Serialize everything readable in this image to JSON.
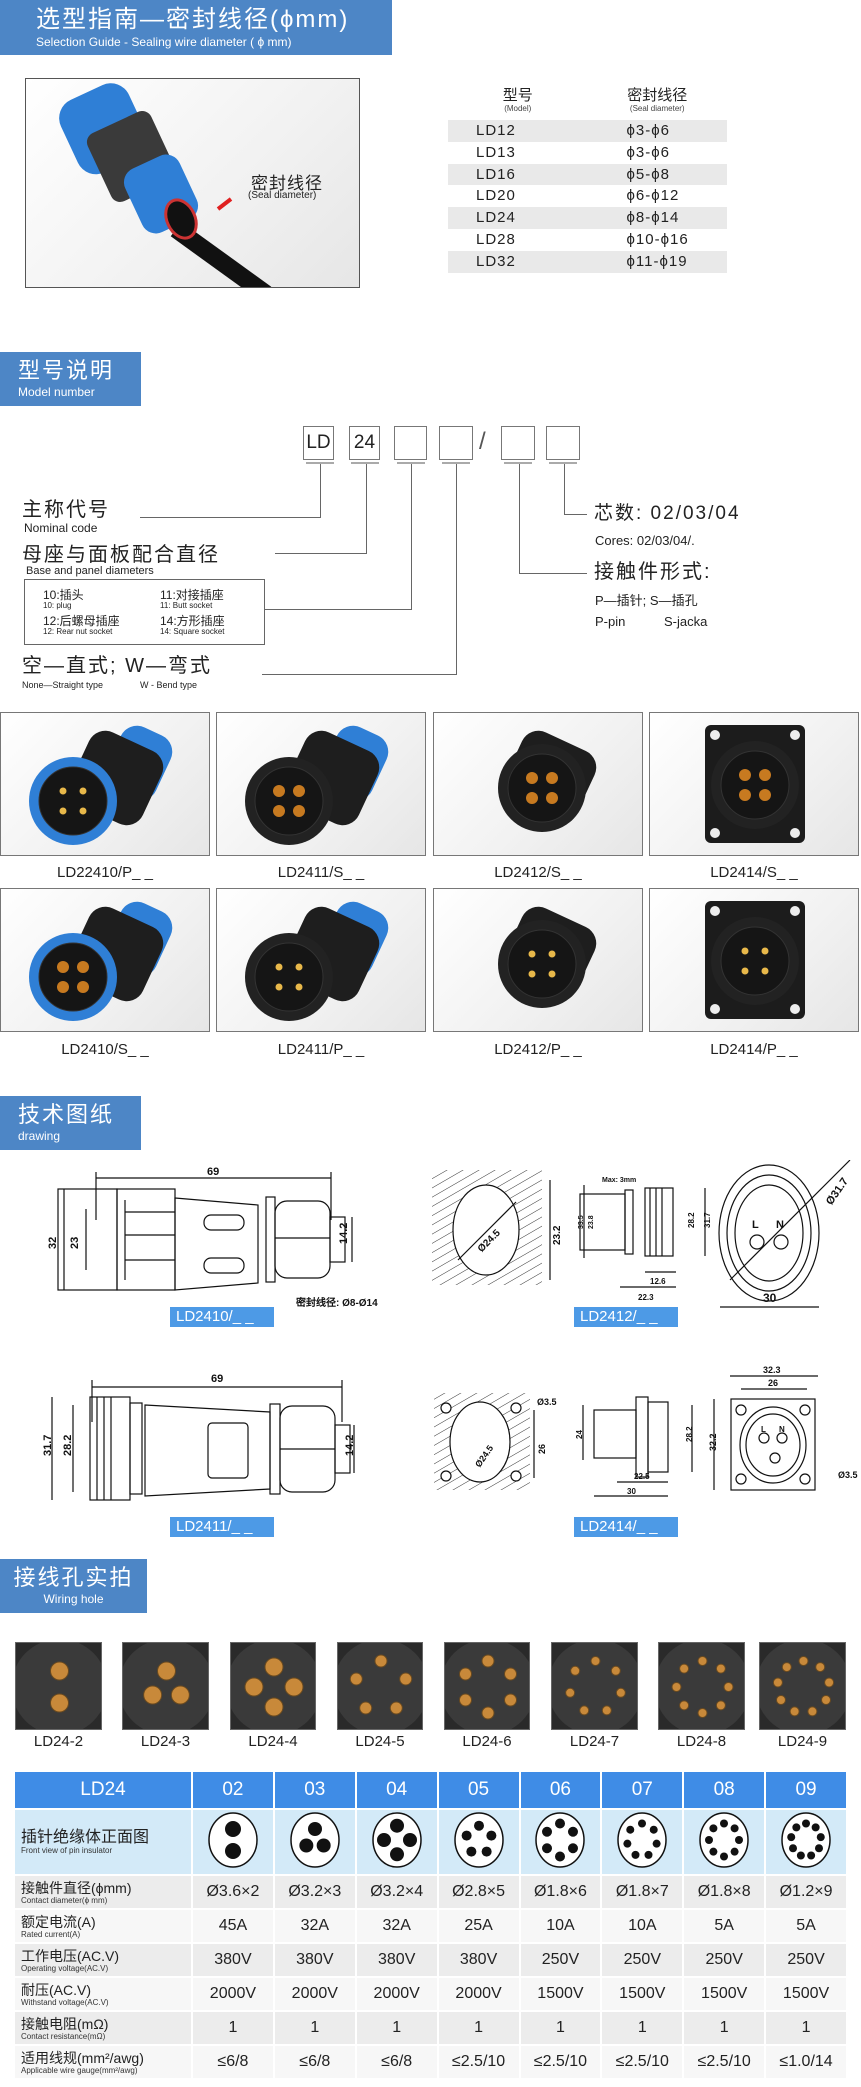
{
  "guide": {
    "title": "选型指南—密封线径(ϕmm)",
    "subtitle": "Selection Guide - Sealing wire diameter ( ϕ mm)",
    "photo_label_cn": "密封线径",
    "photo_label_en": "(Seal diameter)",
    "table": {
      "col_model_cn": "型号",
      "col_model_en": "(Model)",
      "col_seal_cn": "密封线径",
      "col_seal_en": "(Seal diameter)",
      "rows": [
        {
          "model": "LD12",
          "seal": "ϕ3-ϕ6"
        },
        {
          "model": "LD13",
          "seal": "ϕ3-ϕ6"
        },
        {
          "model": "LD16",
          "seal": "ϕ5-ϕ8"
        },
        {
          "model": "LD20",
          "seal": "ϕ6-ϕ12"
        },
        {
          "model": "LD24",
          "seal": "ϕ8-ϕ14"
        },
        {
          "model": "LD28",
          "seal": "ϕ10-ϕ16"
        },
        {
          "model": "LD32",
          "seal": "ϕ11-ϕ19"
        }
      ]
    }
  },
  "model": {
    "title": "型号说明",
    "subtitle": "Model number",
    "boxes": [
      "LD",
      "24",
      "",
      "",
      "",
      ""
    ],
    "slash": "/",
    "nominal_cn": "主称代号",
    "nominal_en": "Nominal code",
    "base_cn": "母座与面板配合直径",
    "base_en": "Base and panel diameters",
    "types": [
      {
        "cn": "10:插头",
        "en": "10:  plug"
      },
      {
        "cn": "11:对接插座",
        "en": "11:  Butt socket"
      },
      {
        "cn": "12:后螺母插座",
        "en": "12:  Rear nut socket"
      },
      {
        "cn": "14:方形插座",
        "en": "14:  Square socket"
      }
    ],
    "straight_cn": "空—直式; W—弯式",
    "straight_en_1": "None—Straight type",
    "straight_en_2": "W - Bend type",
    "cores_cn": "芯数:  02/03/04",
    "cores_en": "Cores: 02/03/04/.",
    "contact_cn": "接触件形式:",
    "contact_cn_opts": "P—插针;  S—插孔",
    "contact_en_p": "P-pin",
    "contact_en_s": "S-jacka"
  },
  "products": [
    {
      "label": "LD22410/P_ _"
    },
    {
      "label": "LD2411/S_ _"
    },
    {
      "label": "LD2412/S_ _"
    },
    {
      "label": "LD2414/S_ _"
    },
    {
      "label": "LD2410/S_ _"
    },
    {
      "label": "LD2411/P_ _"
    },
    {
      "label": "LD2412/P_ _"
    },
    {
      "label": "LD2414/P_ _"
    }
  ],
  "drawing": {
    "title": "技术图纸",
    "subtitle": "drawing",
    "labels": [
      "LD2410/_ _",
      "LD2412/_ _",
      "LD2411/_ _",
      "LD2414/_ _"
    ],
    "d1": {
      "len": "69",
      "h1": "32",
      "h2": "23",
      "tip": "14.2",
      "seal": "密封线径: Ø8-Ø14"
    },
    "d2": {
      "hole": "Ø24.5",
      "hole_h": "23.2",
      "max": "Max: 3mm",
      "a": "33.5",
      "b": "23.8",
      "c": "28.2",
      "d": "31.7",
      "e": "12.6",
      "f": "22.3",
      "dia": "Ø31.7",
      "w": "30",
      "L": "L",
      "N": "N"
    },
    "d3": {
      "len": "69",
      "h1": "31.7",
      "h2": "28.2",
      "tip": "14.2"
    },
    "d4": {
      "hole": "Ø24.5",
      "small": "Ø3.5",
      "pitch": "26",
      "h": "24",
      "c": "28.2",
      "e": "22.5",
      "w": "30",
      "sq": "32.3",
      "sq2": "26",
      "sqh": "32.2",
      "mh": "Ø3.5",
      "L": "L",
      "N": "N"
    }
  },
  "wiring": {
    "title": "接线孔实拍",
    "subtitle": "Wiring hole",
    "items": [
      {
        "label": "LD24-2",
        "pins": 2
      },
      {
        "label": "LD24-3",
        "pins": 3
      },
      {
        "label": "LD24-4",
        "pins": 4
      },
      {
        "label": "LD24-5",
        "pins": 5
      },
      {
        "label": "LD24-6",
        "pins": 6
      },
      {
        "label": "LD24-7",
        "pins": 7
      },
      {
        "label": "LD24-8",
        "pins": 8
      },
      {
        "label": "LD24-9",
        "pins": 9
      }
    ]
  },
  "spec": {
    "model": "LD24",
    "columns": [
      "02",
      "03",
      "04",
      "05",
      "06",
      "07",
      "08",
      "09"
    ],
    "insulator_cn": "插针绝缘体正面图",
    "insulator_en": "Front view of pin insulator",
    "rows": [
      {
        "cn": "接触件直径(ϕmm)",
        "en": "Contact diameter(ϕ mm)",
        "values": [
          "Ø3.6×2",
          "Ø3.2×3",
          "Ø3.2×4",
          "Ø2.8×5",
          "Ø1.8×6",
          "Ø1.8×7",
          "Ø1.8×8",
          "Ø1.2×9"
        ]
      },
      {
        "cn": "额定电流(A)",
        "en": "Rated current(A)",
        "values": [
          "45A",
          "32A",
          "32A",
          "25A",
          "10A",
          "10A",
          "5A",
          "5A"
        ]
      },
      {
        "cn": "工作电压(AC.V)",
        "en": "Operating voltage(AC.V)",
        "values": [
          "380V",
          "380V",
          "380V",
          "380V",
          "250V",
          "250V",
          "250V",
          "250V"
        ]
      },
      {
        "cn": "耐压(AC.V)",
        "en": "Withstand voltage(AC.V)",
        "values": [
          "2000V",
          "2000V",
          "2000V",
          "2000V",
          "1500V",
          "1500V",
          "1500V",
          "1500V"
        ]
      },
      {
        "cn": "接触电阻(mΩ)",
        "en": "Contact resistance(mΩ)",
        "values": [
          "1",
          "1",
          "1",
          "1",
          "1",
          "1",
          "1",
          "1"
        ]
      },
      {
        "cn": "适用线规(mm²/awg)",
        "en": "Applicable wire gauge(mm²/awg)",
        "values": [
          "≤6/8",
          "≤6/8",
          "≤6/8",
          "≤2.5/10",
          "≤2.5/10",
          "≤2.5/10",
          "≤2.5/10",
          "≤1.0/14"
        ]
      }
    ]
  },
  "colors": {
    "section_header": "#4d86c6",
    "table_header": "#3f8ce6",
    "insulator_row": "#d3eaf8",
    "connector_blue": "#2f7fd6"
  }
}
